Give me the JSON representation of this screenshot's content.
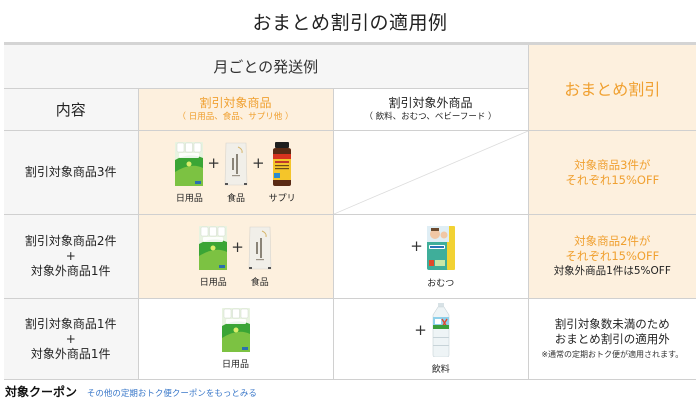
{
  "title": "おまとめ割引の適用例",
  "header": {
    "monthly_example": "月ごとの発送例",
    "matome_discount": "おまとめ割引",
    "contents": "内容",
    "eligible": {
      "label": "割引対象商品",
      "sub": "（ 日用品、食品、サプリ他 ）"
    },
    "non_eligible": {
      "label": "割引対象外商品",
      "sub": "（ 飲料、おむつ、ベビーフード ）"
    }
  },
  "rows": [
    {
      "label": [
        "割引対象商品3件"
      ],
      "eligible_products": [
        {
          "name": "日用品",
          "icon": "tissue-roll-package"
        },
        {
          "name": "食品",
          "icon": "rice-bag"
        },
        {
          "name": "サプリ",
          "icon": "supplement-bottle"
        }
      ],
      "non_eligible_products": [],
      "result": {
        "orange_lines": [
          "対象商品3件が",
          "それぞれ15%OFF"
        ]
      }
    },
    {
      "label": [
        "割引対象商品2件",
        "+",
        "対象外商品1件"
      ],
      "eligible_products": [
        {
          "name": "日用品",
          "icon": "tissue-roll-package"
        },
        {
          "name": "食品",
          "icon": "rice-bag"
        }
      ],
      "non_eligible_products": [
        {
          "name": "おむつ",
          "icon": "diaper-package"
        }
      ],
      "result": {
        "orange_lines": [
          "対象商品2件が",
          "それぞれ15%OFF"
        ],
        "dark_line": "対象外商品1件は5%OFF"
      }
    },
    {
      "label": [
        "割引対象商品1件",
        "+",
        "対象外商品1件"
      ],
      "eligible_products": [
        {
          "name": "日用品",
          "icon": "tissue-roll-package"
        }
      ],
      "non_eligible_products": [
        {
          "name": "飲料",
          "icon": "water-bottle"
        }
      ],
      "result": {
        "dark_lines": [
          "割引対象数未満のため",
          "おまとめ割引の適用外"
        ],
        "note": "※通常の定期おトク便が適用されます。"
      }
    }
  ],
  "plus_sign": "+",
  "footer": {
    "heading": "対象クーポン",
    "link": "その他の定期おトク便クーポンをもっとみる"
  },
  "colors": {
    "accent_orange": "#f0a030",
    "cream_bg": "#fdf0de",
    "gray_bg": "#f6f6f6",
    "link_blue": "#3a78c9",
    "border": "#d0d0d0"
  }
}
